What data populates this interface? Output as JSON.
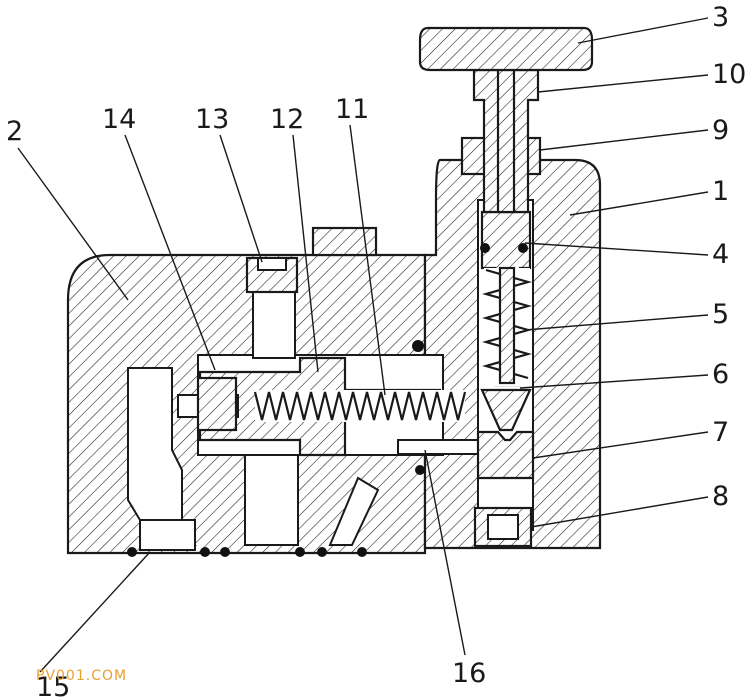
{
  "labels": {
    "l1": "1",
    "l2": "2",
    "l3": "3",
    "l4": "4",
    "l5": "5",
    "l6": "6",
    "l7": "7",
    "l8": "8",
    "l9": "9",
    "l10": "10",
    "l11": "11",
    "l12": "12",
    "l13": "13",
    "l14": "14",
    "l15": "15",
    "l16": "16"
  },
  "watermark": "PV001.COM",
  "colors": {
    "line": "#1a1a1a",
    "watermark": "#e8a030",
    "background": "#ffffff"
  }
}
